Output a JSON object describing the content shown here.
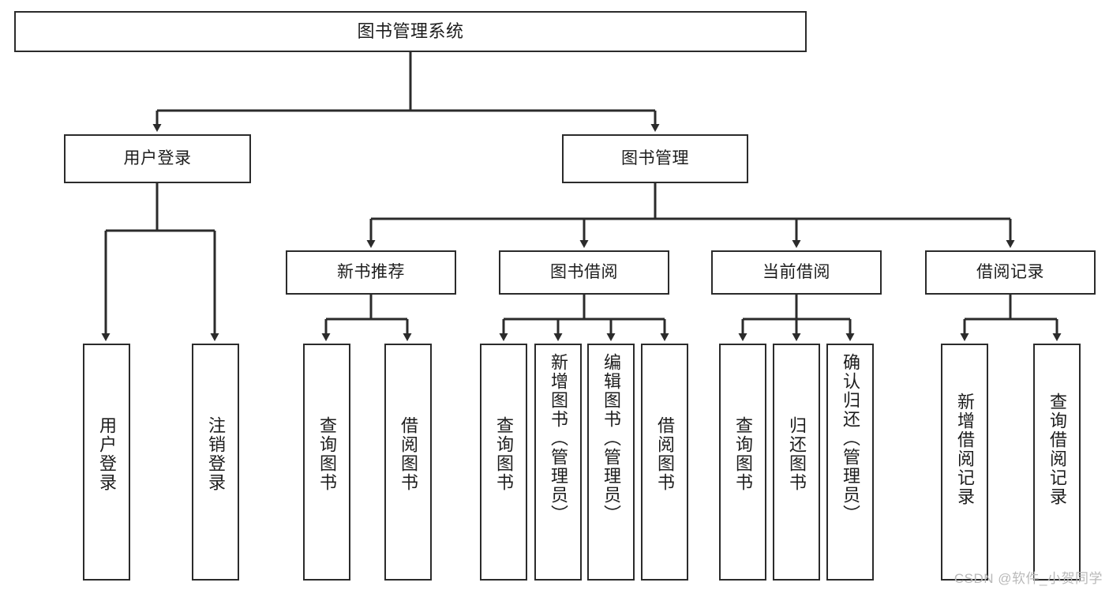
{
  "diagram": {
    "title": "图书管理系统",
    "type": "hierarchy-tree",
    "colors": {
      "stroke": "#2b2b2b",
      "fill": "#ffffff",
      "text": "#1d1d1d",
      "watermark": "#b9b9b9"
    },
    "root": {
      "label": "图书管理系统"
    },
    "level2": [
      {
        "label": "用户登录"
      },
      {
        "label": "图书管理"
      }
    ],
    "level3": [
      {
        "label": "新书推荐"
      },
      {
        "label": "图书借阅"
      },
      {
        "label": "当前借阅"
      },
      {
        "label": "借阅记录"
      }
    ],
    "leaves": {
      "user_login": [
        {
          "label": "用户登录"
        },
        {
          "label": "注销登录"
        }
      ],
      "new_book_recommend": [
        {
          "label": "查询图书"
        },
        {
          "label": "借阅图书"
        }
      ],
      "book_borrow": [
        {
          "label": "查询图书"
        },
        {
          "label": "新增图书（管理员）"
        },
        {
          "label": "编辑图书（管理员）"
        },
        {
          "label": "借阅图书"
        }
      ],
      "current_borrow": [
        {
          "label": "查询图书"
        },
        {
          "label": "归还图书"
        },
        {
          "label": "确认归还（管理员）"
        }
      ],
      "borrow_record": [
        {
          "label": "新增借阅记录"
        },
        {
          "label": "查询借阅记录"
        }
      ]
    },
    "watermark": "CSDN @软件_小贺同学"
  }
}
